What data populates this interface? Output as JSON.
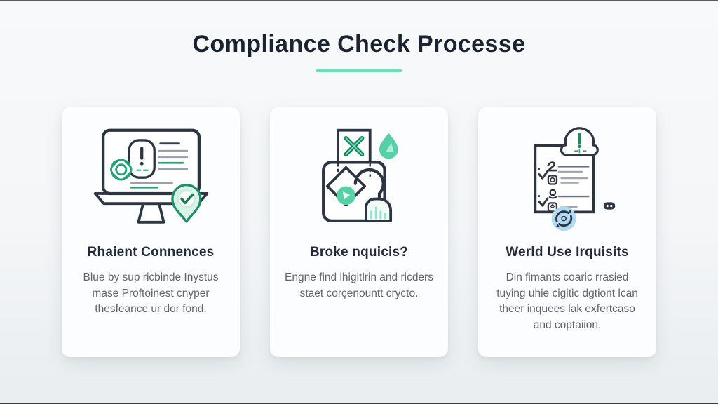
{
  "page": {
    "title": "Compliance Check Processe",
    "accent_color": "#72dcb4",
    "title_color": "#1b2330",
    "background_color": "#f4f6f7",
    "card_color": "#fcfdfe"
  },
  "cards": [
    {
      "icon": "monitor-compliance-check-icon",
      "heading": "Rhaient Connences",
      "body": "Blue by sup ricbinde Inystus mase Proftoinest cnyper thesfeance ur dor fond."
    },
    {
      "icon": "rejected-document-box-icon",
      "heading": "Broke nquicis?",
      "body": "Engne find lhigitlrin and ricders staet corçenountt crycto."
    },
    {
      "icon": "checklist-document-sync-icon",
      "heading": "Werld Use Irquisits",
      "body": "Din fimants coaric rrasied tuying uhie cigitic dgtiont lcan theer inquees lak exfertcaso and coptaiion."
    }
  ]
}
